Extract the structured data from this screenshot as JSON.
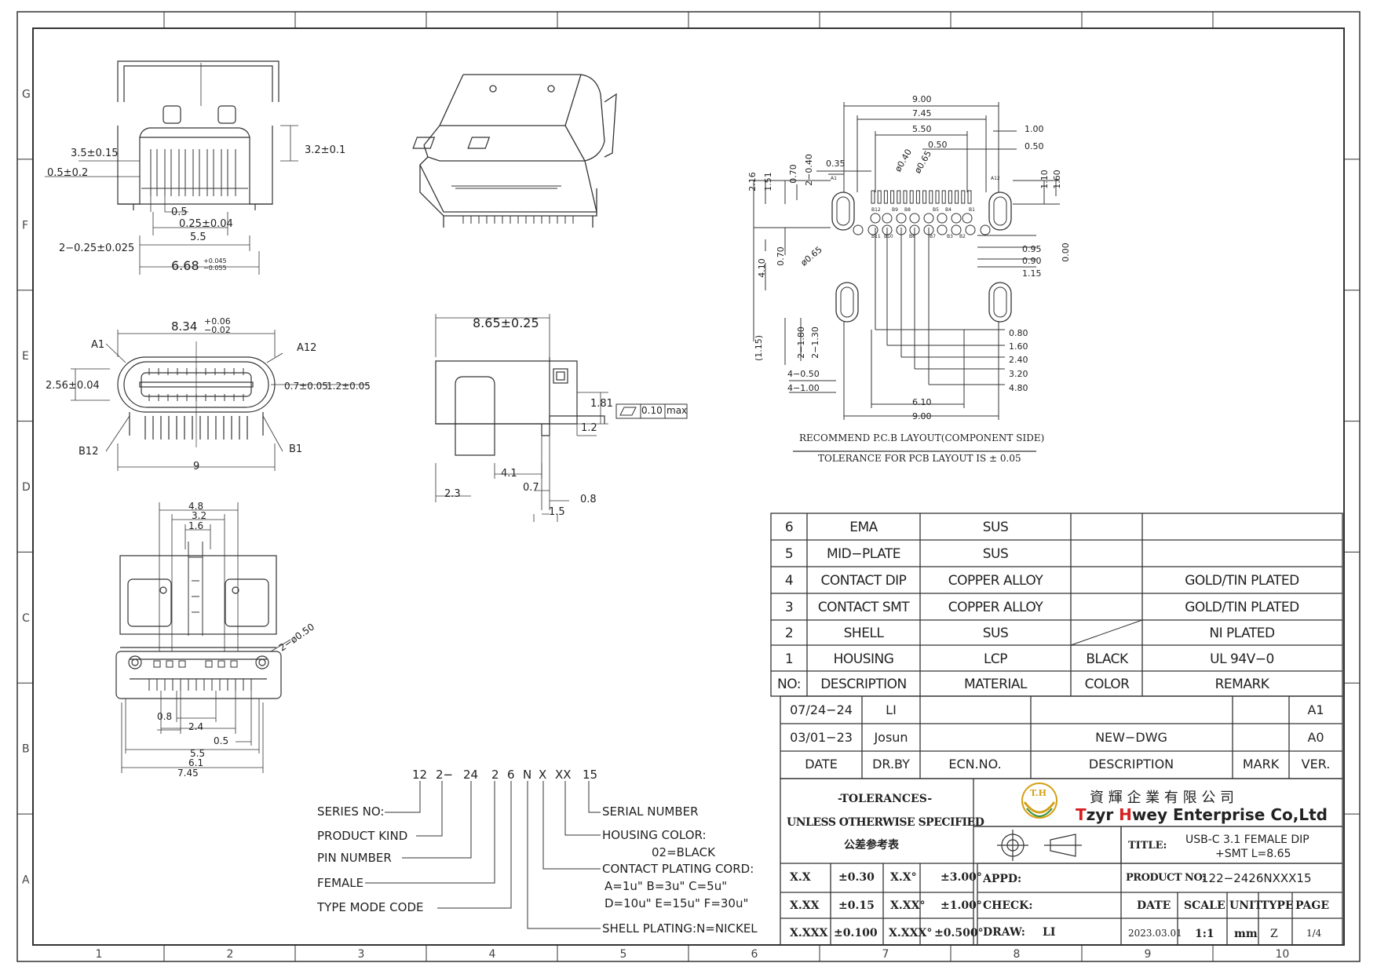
{
  "border": {
    "row_labels": [
      "G",
      "F",
      "E",
      "D",
      "C",
      "B",
      "A"
    ],
    "col_labels": [
      "1",
      "2",
      "3",
      "4",
      "5",
      "6",
      "7",
      "8",
      "9",
      "10"
    ]
  },
  "views": {
    "front_top": {
      "dims": [
        "3.5±0.15",
        "3.2±0.1",
        "0.5±0.2",
        "0.5",
        "0.25±0.04",
        "5.5",
        "2−0.25±0.025",
        "6.68"
      ],
      "tol_upper": "+0.045",
      "tol_lower": "−0.055"
    },
    "front_mid": {
      "width_dim": "8.34",
      "tol_upper": "+0.06",
      "tol_lower": "−0.02",
      "dims": [
        "2.56±0.04",
        "0.7±0.05",
        "1.2±0.05",
        "9"
      ],
      "pins": [
        "A1",
        "A12",
        "B12",
        "B1"
      ]
    },
    "side": {
      "dims": [
        "8.65±0.25",
        "1.81",
        "1.2",
        "4.1",
        "2.3",
        "0.7",
        "1.5",
        "0.8"
      ],
      "flatness_value": "0.10",
      "flatness_max": "max"
    },
    "bottom": {
      "dims": [
        "4.8",
        "3.2",
        "1.6",
        "2−ø0.50",
        "0.8",
        "2.4",
        "0.5",
        "5.5",
        "6.1",
        "7.45"
      ]
    },
    "pcb": {
      "top_dims": [
        "9.00",
        "7.45",
        "5.50",
        "0.50",
        "1.00",
        "0.50"
      ],
      "left_dims": [
        "2.16",
        "1.51",
        "0.70",
        "2−0.40",
        "0.35",
        "ø0.40",
        "ø0.65",
        "4.10",
        "0.70",
        "ø0.65",
        "(1.15)",
        "2−1.80",
        "2−1.30",
        "4−0.50",
        "4−1.00"
      ],
      "right_dims": [
        "1.10",
        "1.60",
        "0.95",
        "0.90",
        "1.15",
        "0.00",
        "0.80",
        "1.60",
        "2.40",
        "3.20",
        "4.80"
      ],
      "bottom_dims": [
        "6.10",
        "9.00"
      ],
      "pin_labels": [
        "A1",
        "A12",
        "B12",
        "B9",
        "B8",
        "B5",
        "B4",
        "B1",
        "B11",
        "B10",
        "B6",
        "B7",
        "B3",
        "B2"
      ],
      "caption": "RECOMMEND P.C.B LAYOUT(COMPONENT SIDE)",
      "tolerance": "TOLERANCE FOR PCB LAYOUT IS ± 0.05"
    }
  },
  "part_code": {
    "segments": [
      "12",
      "2−",
      "24",
      "2",
      "6",
      "N",
      "X",
      "XX",
      "15"
    ],
    "left_labels": [
      "SERIES  NO:",
      "PRODUCT  KIND",
      "PIN  NUMBER",
      "FEMALE",
      "TYPE  MODE  CODE"
    ],
    "serial": "SERIAL  NUMBER",
    "housing": "HOUSING  COLOR:",
    "housing_value": "02=BLACK",
    "plating": "CONTACT  PLATING  CORD:",
    "plating_row1": "A=1u\"   B=3u\"   C=5u\"",
    "plating_row2": "D=10u\"  E=15u\"  F=30u\"",
    "shell": "SHELL  PLATING:N=NICKEL"
  },
  "bom": {
    "rows": [
      {
        "no": "6",
        "desc": "EMA",
        "material": "SUS",
        "color": "",
        "remark": ""
      },
      {
        "no": "5",
        "desc": "MID−PLATE",
        "material": "SUS",
        "color": "",
        "remark": ""
      },
      {
        "no": "4",
        "desc": "CONTACT  DIP",
        "material": "COPPER  ALLOY",
        "color": "",
        "remark": "GOLD/TIN  PLATED"
      },
      {
        "no": "3",
        "desc": "CONTACT  SMT",
        "material": "COPPER  ALLOY",
        "color": "",
        "remark": "GOLD/TIN  PLATED"
      },
      {
        "no": "2",
        "desc": "SHELL",
        "material": "SUS",
        "color": "",
        "remark": "NI  PLATED"
      },
      {
        "no": "1",
        "desc": "HOUSING",
        "material": "LCP",
        "color": "BLACK",
        "remark": "UL  94V−0"
      }
    ],
    "header": {
      "no": "NO:",
      "desc": "DESCRIPTION",
      "material": "MATERIAL",
      "color": "COLOR",
      "remark": "REMARK"
    }
  },
  "revisions": {
    "rows": [
      {
        "date": "07/24−24",
        "by": "LI",
        "ecn": "",
        "desc": "",
        "mark": "",
        "ver": "A1"
      },
      {
        "date": "03/01−23",
        "by": "Josun",
        "ecn": "",
        "desc": "NEW−DWG",
        "mark": "",
        "ver": "A0"
      }
    ],
    "header": {
      "date": "DATE",
      "by": "DR.BY",
      "ecn": "ECN.NO.",
      "desc": "DESCRIPTION",
      "mark": "MARK",
      "ver": "VER."
    }
  },
  "title_block": {
    "tol_title": "-TOLERANCES-",
    "tol_sub": "UNLESS OTHERWISE SPECIFIED",
    "tol_cn": "公差参考表",
    "tol_rows": [
      {
        "a": "X.X",
        "b": "±0.30",
        "c": "X.X°",
        "d": "±3.00°"
      },
      {
        "a": "X.XX",
        "b": "±0.15",
        "c": "X.XX°",
        "d": "±1.00°"
      },
      {
        "a": "X.XXX",
        "b": "±0.100",
        "c": "X.XXX°",
        "d": "±0.500°"
      }
    ],
    "logo_mark": "T.H",
    "company_cn": "資 輝 企 業 有 限 公 司",
    "company_t": "T",
    "company_zyr": "zyr ",
    "company_h": "H",
    "company_rest": "wey Enterprise Co,Ltd",
    "title_label": "TITLE:",
    "title_line1": "USB-C 3.1 FEMALE DIP",
    "title_line2": "+SMT L=8.65",
    "appd": "APPD:",
    "check": "CHECK:",
    "draw": "DRAW:",
    "drawer": "LI",
    "product_label": "PRODUCT NO:",
    "product_no": "122−2426NXXX15",
    "info_header": [
      "DATE",
      "SCALE",
      "UNIT",
      "TYPE",
      "PAGE"
    ],
    "info_values": [
      "2023.03.01",
      "1:1",
      "mm",
      "Z",
      "1/4"
    ],
    "brand_gold": "#d4a017",
    "brand_red": "#d62020"
  }
}
